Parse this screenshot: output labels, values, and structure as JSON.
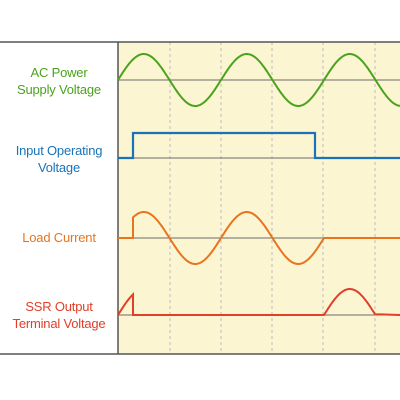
{
  "colors": {
    "frame": "#555555",
    "plot_bg": "#fbf5d2",
    "grid": "#bdbdbd",
    "baseline": "#6b6b6b",
    "ac_power": "#4aa31c",
    "input": "#1a73b8",
    "load": "#e8741f",
    "ssr": "#e0402a"
  },
  "rows": {
    "ac_power": {
      "line1": "AC Power",
      "line2": "Supply Voltage"
    },
    "input": {
      "line1": "Input Operating",
      "line2": "Voltage"
    },
    "load": {
      "line1": "Load Current",
      "line2": ""
    },
    "ssr": {
      "line1": "SSR Output",
      "line2": "Terminal Voltage"
    }
  }
}
